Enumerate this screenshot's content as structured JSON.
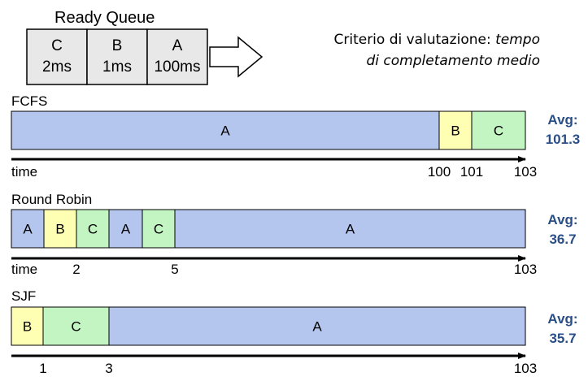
{
  "ready_queue": {
    "title": "Ready Queue",
    "items": [
      {
        "name": "C",
        "time": "2ms"
      },
      {
        "name": "B",
        "time": "1ms"
      },
      {
        "name": "A",
        "time": "100ms"
      }
    ]
  },
  "criterion": {
    "prefix": "Criterio di valutazione:",
    "emphasis_1": "tempo",
    "emphasis_2": "di completamento medio"
  },
  "colors": {
    "A": "#b4c6ee",
    "B": "#ffffb3",
    "C": "#c3f5c3",
    "queue_fill": "#e8e8e8",
    "avg_text": "#2a4f86"
  },
  "schedules": [
    {
      "title": "FCFS",
      "avg_label": "Avg:",
      "avg_value": "101.3",
      "total": 103,
      "segments": [
        {
          "proc": "A",
          "start": 0,
          "end": 100
        },
        {
          "proc": "B",
          "start": 100,
          "end": 101
        },
        {
          "proc": "C",
          "start": 101,
          "end": 103
        }
      ],
      "axis_labels": [
        "time",
        "100",
        "101",
        "103"
      ]
    },
    {
      "title": "Round Robin",
      "avg_label": "Avg:",
      "avg_value": "36.7",
      "total": 103,
      "segments": [
        {
          "proc": "A",
          "start": 0,
          "end": 1
        },
        {
          "proc": "B",
          "start": 1,
          "end": 2
        },
        {
          "proc": "C",
          "start": 2,
          "end": 3
        },
        {
          "proc": "A",
          "start": 3,
          "end": 4
        },
        {
          "proc": "C",
          "start": 4,
          "end": 5
        },
        {
          "proc": "A",
          "start": 5,
          "end": 103
        }
      ],
      "axis_labels": [
        "time",
        "2",
        "5",
        "103"
      ]
    },
    {
      "title": "SJF",
      "avg_label": "Avg:",
      "avg_value": "35.7",
      "total": 103,
      "segments": [
        {
          "proc": "B",
          "start": 0,
          "end": 1
        },
        {
          "proc": "C",
          "start": 1,
          "end": 3
        },
        {
          "proc": "A",
          "start": 3,
          "end": 103
        }
      ],
      "axis_labels": [
        "1",
        "3",
        "103"
      ]
    }
  ]
}
